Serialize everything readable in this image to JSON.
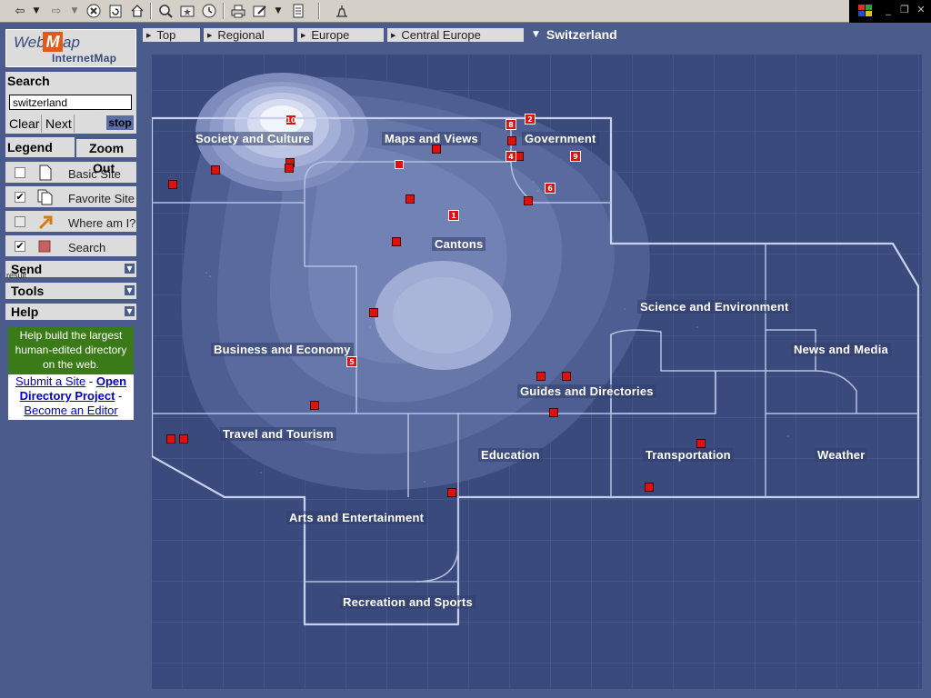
{
  "toolbar": {
    "back_icon": "arrow-left-icon",
    "forward_icon": "arrow-right-icon",
    "stop_icon": "stop-icon",
    "refresh_icon": "refresh-icon",
    "home_icon": "home-icon",
    "search_icon": "search-icon",
    "favorites_icon": "favorites-icon",
    "history_icon": "history-icon",
    "print_icon": "printer-icon",
    "edit_icon": "edit-icon",
    "document_icon": "document-icon",
    "messenger_icon": "messenger-icon"
  },
  "logo": {
    "part1": "Web",
    "m": "M",
    "part2": "ap",
    "subtitle": "InternetMap"
  },
  "search": {
    "title": "Search",
    "query": "switzerland",
    "clear_label": "Clear",
    "next_label": "Next",
    "stop_label": "stop"
  },
  "tabs": {
    "legend": "Legend",
    "zoom": "Zoom",
    "zoom_out": "Out"
  },
  "legend": {
    "items": [
      {
        "label": "Basic Site",
        "checked": ""
      },
      {
        "label": "Favorite Site",
        "checked": "✔"
      },
      {
        "label": "Where am I?",
        "checked": ""
      },
      {
        "label": "Search",
        "checked": "✔"
      }
    ]
  },
  "menus": {
    "send": "Send",
    "send_sub": "result",
    "tools": "Tools",
    "help": "Help"
  },
  "help_panel": {
    "message": "Help build the largest human-edited directory on the web.",
    "submit": "Submit a Site",
    "sep": " - ",
    "open": "Open Directory Project",
    "dash": " -",
    "editor": "Become an Editor"
  },
  "breadcrumb": {
    "items": [
      "Top",
      "Regional",
      "Europe",
      "Central Europe"
    ],
    "current": "Switzerland"
  },
  "map": {
    "categories": [
      "Society and Culture",
      "Maps and Views",
      "Government",
      "Cantons",
      "Science and Environment",
      "News and Media",
      "Business and Economy",
      "Guides and Directories",
      "Travel and Tourism",
      "Education",
      "Transportation",
      "Weather",
      "Arts and Entertainment",
      "Recreation and Sports"
    ],
    "result_numbers": [
      "1",
      "2",
      "4",
      "5",
      "6",
      "8",
      "9",
      "10"
    ]
  },
  "colors": {
    "background": "#4a5b8c",
    "map_bg": "#3a4a7c",
    "panel": "#dcdcdc",
    "help_green": "#3a7a18",
    "site_marker": "#e01010",
    "logo_accent": "#e05a18"
  }
}
